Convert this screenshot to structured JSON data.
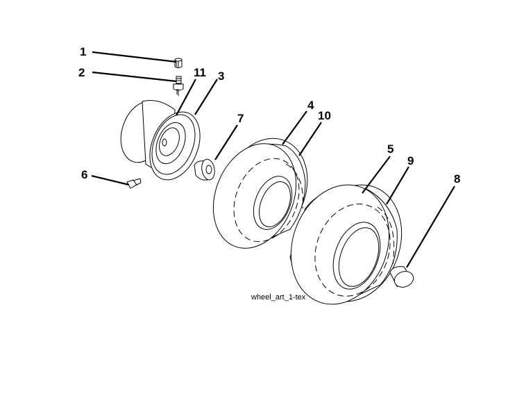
{
  "diagram": {
    "caption": "wheel_art_1-tex",
    "callouts": [
      "1",
      "2",
      "11",
      "3",
      "7",
      "4",
      "10",
      "5",
      "9",
      "8",
      "6"
    ]
  }
}
